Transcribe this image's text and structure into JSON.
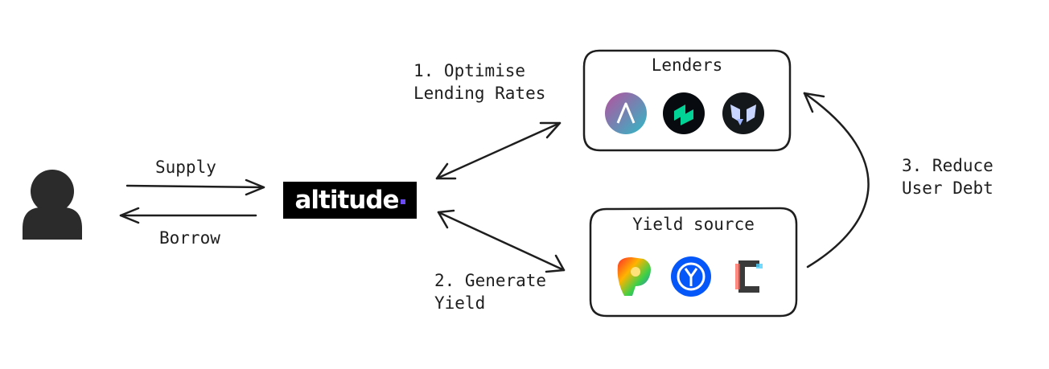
{
  "labels": {
    "supply": "Supply",
    "borrow": "Borrow",
    "optimise": "1. Optimise\nLending Rates",
    "generate": "2. Generate\nYield",
    "reduce": "3. Reduce\nUser Debt"
  },
  "logo": {
    "text": "altitude",
    "accent_color": "#6c4bf4"
  },
  "lenders": {
    "title": "Lenders",
    "icons": [
      "aave-icon",
      "compound-icon",
      "morpho-icon"
    ]
  },
  "yield_source": {
    "title": "Yield source",
    "icons": [
      "curve-icon",
      "yearn-icon",
      "convex-icon"
    ]
  },
  "colors": {
    "stroke": "#1e1e1e",
    "logo_bg": "#000000"
  }
}
